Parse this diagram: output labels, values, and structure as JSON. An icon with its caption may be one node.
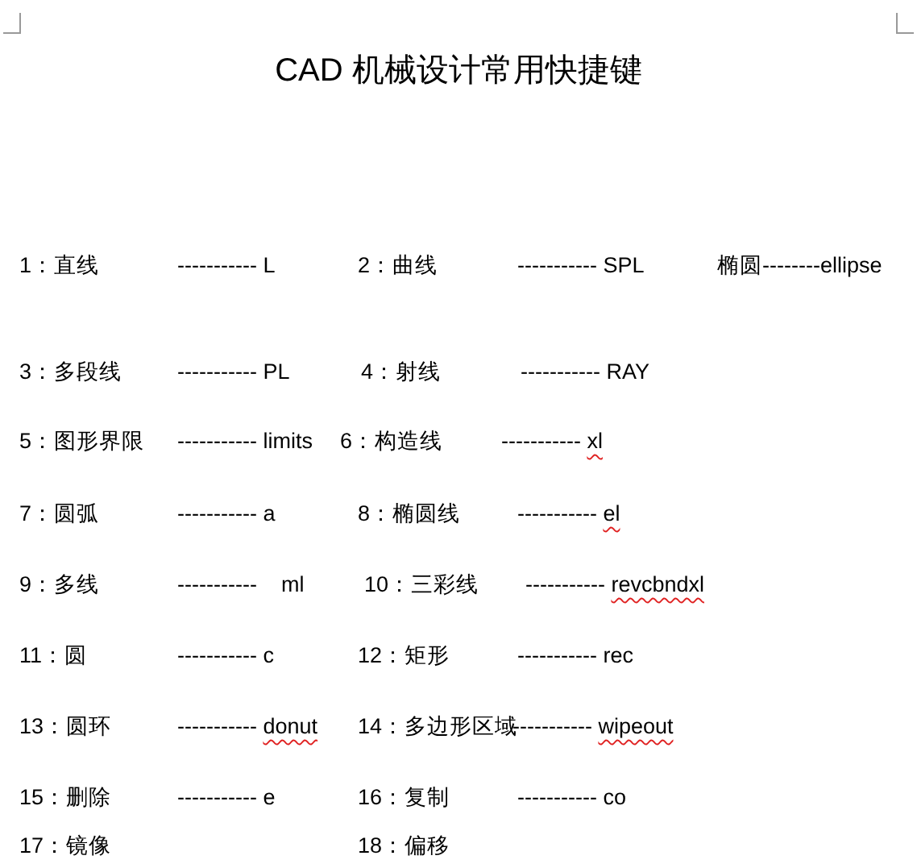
{
  "diagram": {
    "title": "CAD 机械设计常用快捷键",
    "labels": [
      "1：直线",
      "----------- L",
      "2：曲线",
      "----------- SPL",
      "椭圆--------ellipse",
      "3：多段线",
      "----------- PL",
      "4：射线",
      "----------- RAY",
      "5：图形界限",
      "----------- limits",
      "6：构造线",
      "----------- xl",
      "7：圆弧",
      "----------- a",
      "8：椭圆线",
      "----------- el",
      "9：多线",
      "-----------    ml",
      "10：三彩线",
      "----------- revcbndxl",
      "11：圆",
      "----------- c",
      "12：矩形",
      "----------- rec",
      "13：圆环",
      "----------- donut",
      "14：多边形区域",
      "----------- wipeout",
      "15：删除",
      "----------- e",
      "16：复制",
      "----------- co",
      "17：镜像",
      "18：偏移"
    ]
  }
}
